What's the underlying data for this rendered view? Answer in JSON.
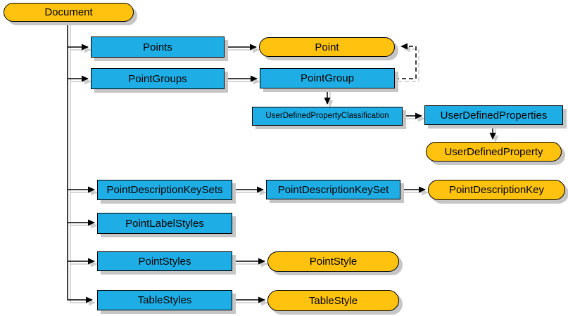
{
  "diagram": {
    "description": "Object model tree diagram: Document point-related collections and objects",
    "colors": {
      "collection_fill": "#1eade4",
      "object_fill": "#ffc20e",
      "shadow": "#c6c6c6",
      "line": "#000000"
    },
    "nodes": {
      "document": {
        "label": "Document",
        "type": "object"
      },
      "points": {
        "label": "Points",
        "type": "collection"
      },
      "point": {
        "label": "Point",
        "type": "object"
      },
      "point_groups": {
        "label": "PointGroups",
        "type": "collection"
      },
      "point_group": {
        "label": "PointGroup",
        "type": "collection"
      },
      "udp_classification": {
        "label": "UserDefinedPropertyClassification",
        "type": "collection"
      },
      "udp_properties": {
        "label": "UserDefinedProperties",
        "type": "collection"
      },
      "udp_property": {
        "label": "UserDefinedProperty",
        "type": "object"
      },
      "pdk_sets": {
        "label": "PointDescriptionKeySets",
        "type": "collection"
      },
      "pdk_set": {
        "label": "PointDescriptionKeySet",
        "type": "collection"
      },
      "pdk": {
        "label": "PointDescriptionKey",
        "type": "object"
      },
      "point_label_styles": {
        "label": "PointLabelStyles",
        "type": "collection"
      },
      "point_styles": {
        "label": "PointStyles",
        "type": "collection"
      },
      "point_style": {
        "label": "PointStyle",
        "type": "object"
      },
      "table_styles": {
        "label": "TableStyles",
        "type": "collection"
      },
      "table_style": {
        "label": "TableStyle",
        "type": "object"
      }
    },
    "edges": [
      {
        "from": "document",
        "to": "points",
        "style": "solid"
      },
      {
        "from": "document",
        "to": "point_groups",
        "style": "solid"
      },
      {
        "from": "document",
        "to": "pdk_sets",
        "style": "solid"
      },
      {
        "from": "document",
        "to": "point_label_styles",
        "style": "solid"
      },
      {
        "from": "document",
        "to": "point_styles",
        "style": "solid"
      },
      {
        "from": "document",
        "to": "table_styles",
        "style": "solid"
      },
      {
        "from": "points",
        "to": "point",
        "style": "solid"
      },
      {
        "from": "point_groups",
        "to": "point_group",
        "style": "solid"
      },
      {
        "from": "point_group",
        "to": "point",
        "style": "dashed"
      },
      {
        "from": "point_group",
        "to": "udp_classification",
        "style": "solid"
      },
      {
        "from": "udp_classification",
        "to": "udp_properties",
        "style": "solid"
      },
      {
        "from": "udp_properties",
        "to": "udp_property",
        "style": "solid"
      },
      {
        "from": "pdk_sets",
        "to": "pdk_set",
        "style": "solid"
      },
      {
        "from": "pdk_set",
        "to": "pdk",
        "style": "solid"
      },
      {
        "from": "point_styles",
        "to": "point_style",
        "style": "solid"
      },
      {
        "from": "table_styles",
        "to": "table_style",
        "style": "solid"
      }
    ]
  }
}
